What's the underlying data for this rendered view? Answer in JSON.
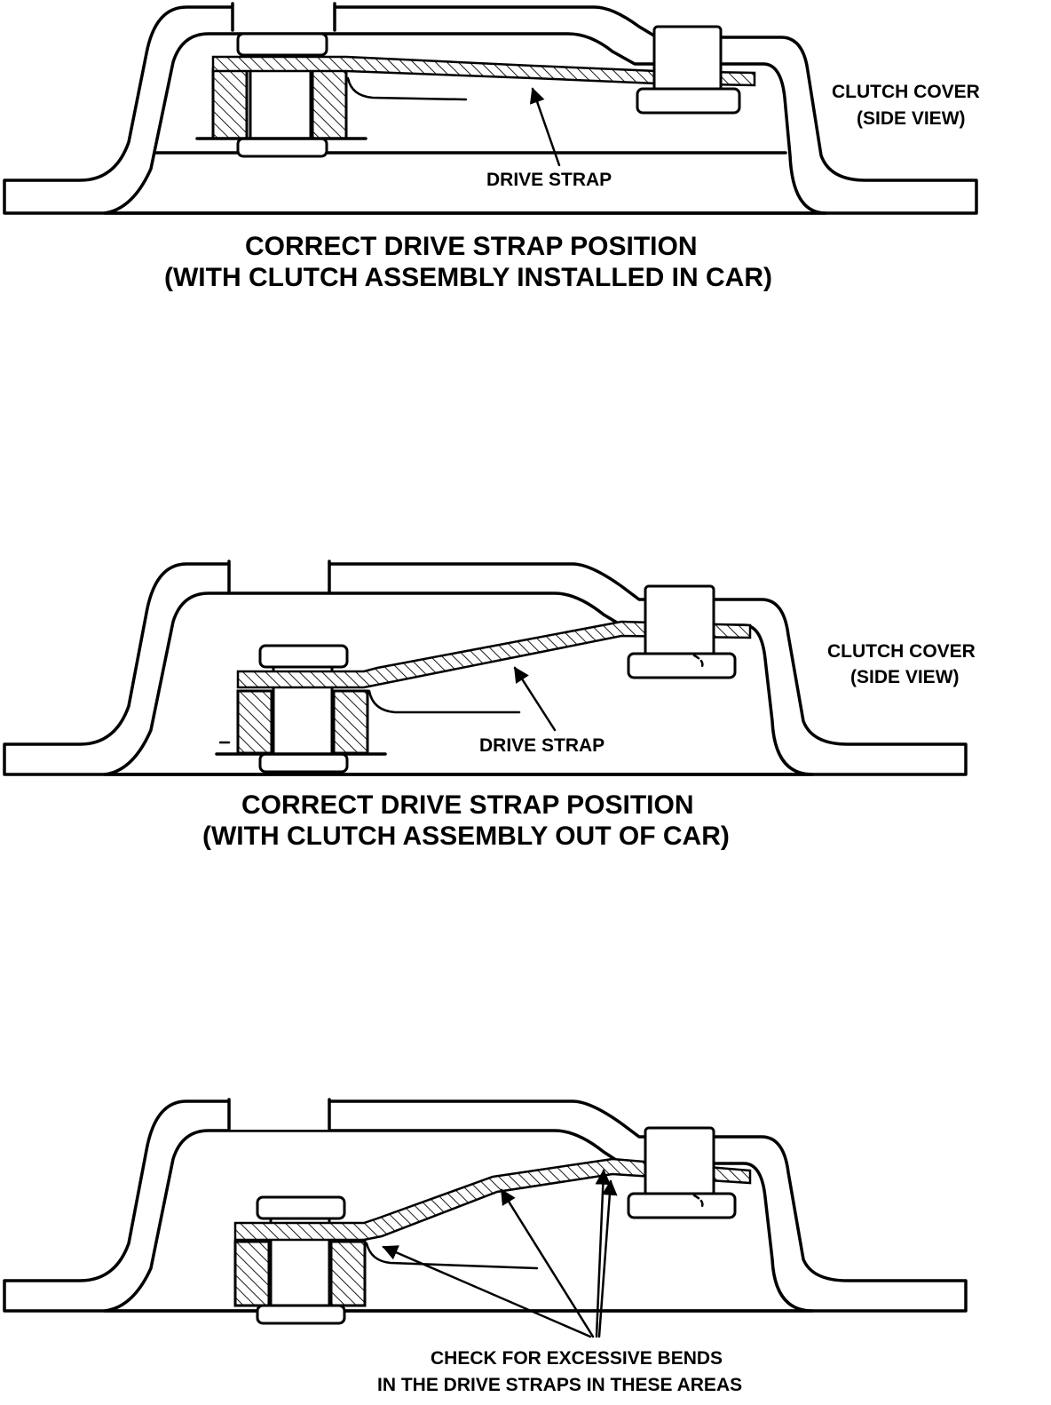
{
  "panels": [
    {
      "cover_label_line1": "CLUTCH COVER",
      "cover_label_line2": "(SIDE VIEW)",
      "strap_label": "DRIVE STRAP",
      "caption_line1": "CORRECT DRIVE STRAP POSITION",
      "caption_line2": "(WITH CLUTCH ASSEMBLY INSTALLED IN CAR)"
    },
    {
      "cover_label_line1": "CLUTCH COVER",
      "cover_label_line2": "(SIDE VIEW)",
      "strap_label": "DRIVE STRAP",
      "caption_line1": "CORRECT DRIVE STRAP POSITION",
      "caption_line2": "(WITH CLUTCH ASSEMBLY OUT OF CAR)"
    },
    {
      "caption_line1": "CHECK FOR EXCESSIVE BENDS",
      "caption_line2": "IN THE DRIVE STRAPS IN THESE AREAS"
    }
  ],
  "colors": {
    "ink": "#000000",
    "paper": "#ffffff"
  }
}
